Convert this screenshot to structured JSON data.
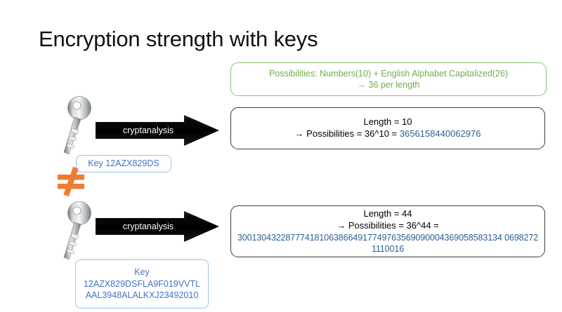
{
  "slide": {
    "title": "Encryption strength with keys"
  },
  "possibilities_note": {
    "line1": "Possibilities: Numbers(10) + English Alphabet Capitalized(26)",
    "line2": "→ 36 per length",
    "color": "#70AD47"
  },
  "rows": [
    {
      "key_icon": "key-icon",
      "arrow_label": "cryptanalysis",
      "key_label_lines": [
        "Key 12AZX829DS"
      ],
      "result": {
        "line1": "Length = 10",
        "line2_prefix": "→ Possibilities = 36^10 = ",
        "value": "3656158440062976",
        "value_color": "#2E5F8F"
      }
    },
    {
      "key_icon": "key-icon",
      "arrow_label": "cryptanalysis",
      "key_label_lines": [
        "Key",
        "12AZX829DSFLA9F019VVTL",
        "AAL3948ALALKXJ23492010"
      ],
      "result": {
        "line1": "Length = 44",
        "line2_prefix": "→ Possibilities = 36^44 =",
        "value": "3001304322877741810638664917749763569090004369058583134 06982721110016",
        "value_color": "#2E5F8F"
      }
    }
  ],
  "comparison": {
    "symbol_name": "not-equal-sign",
    "color": "#ED7D31"
  },
  "colors": {
    "green_accent": "#70AD47",
    "blue_accent": "#4472C4",
    "number_blue": "#2E5F8F",
    "orange": "#ED7D31",
    "arrow_black": "#0b0b0b"
  }
}
